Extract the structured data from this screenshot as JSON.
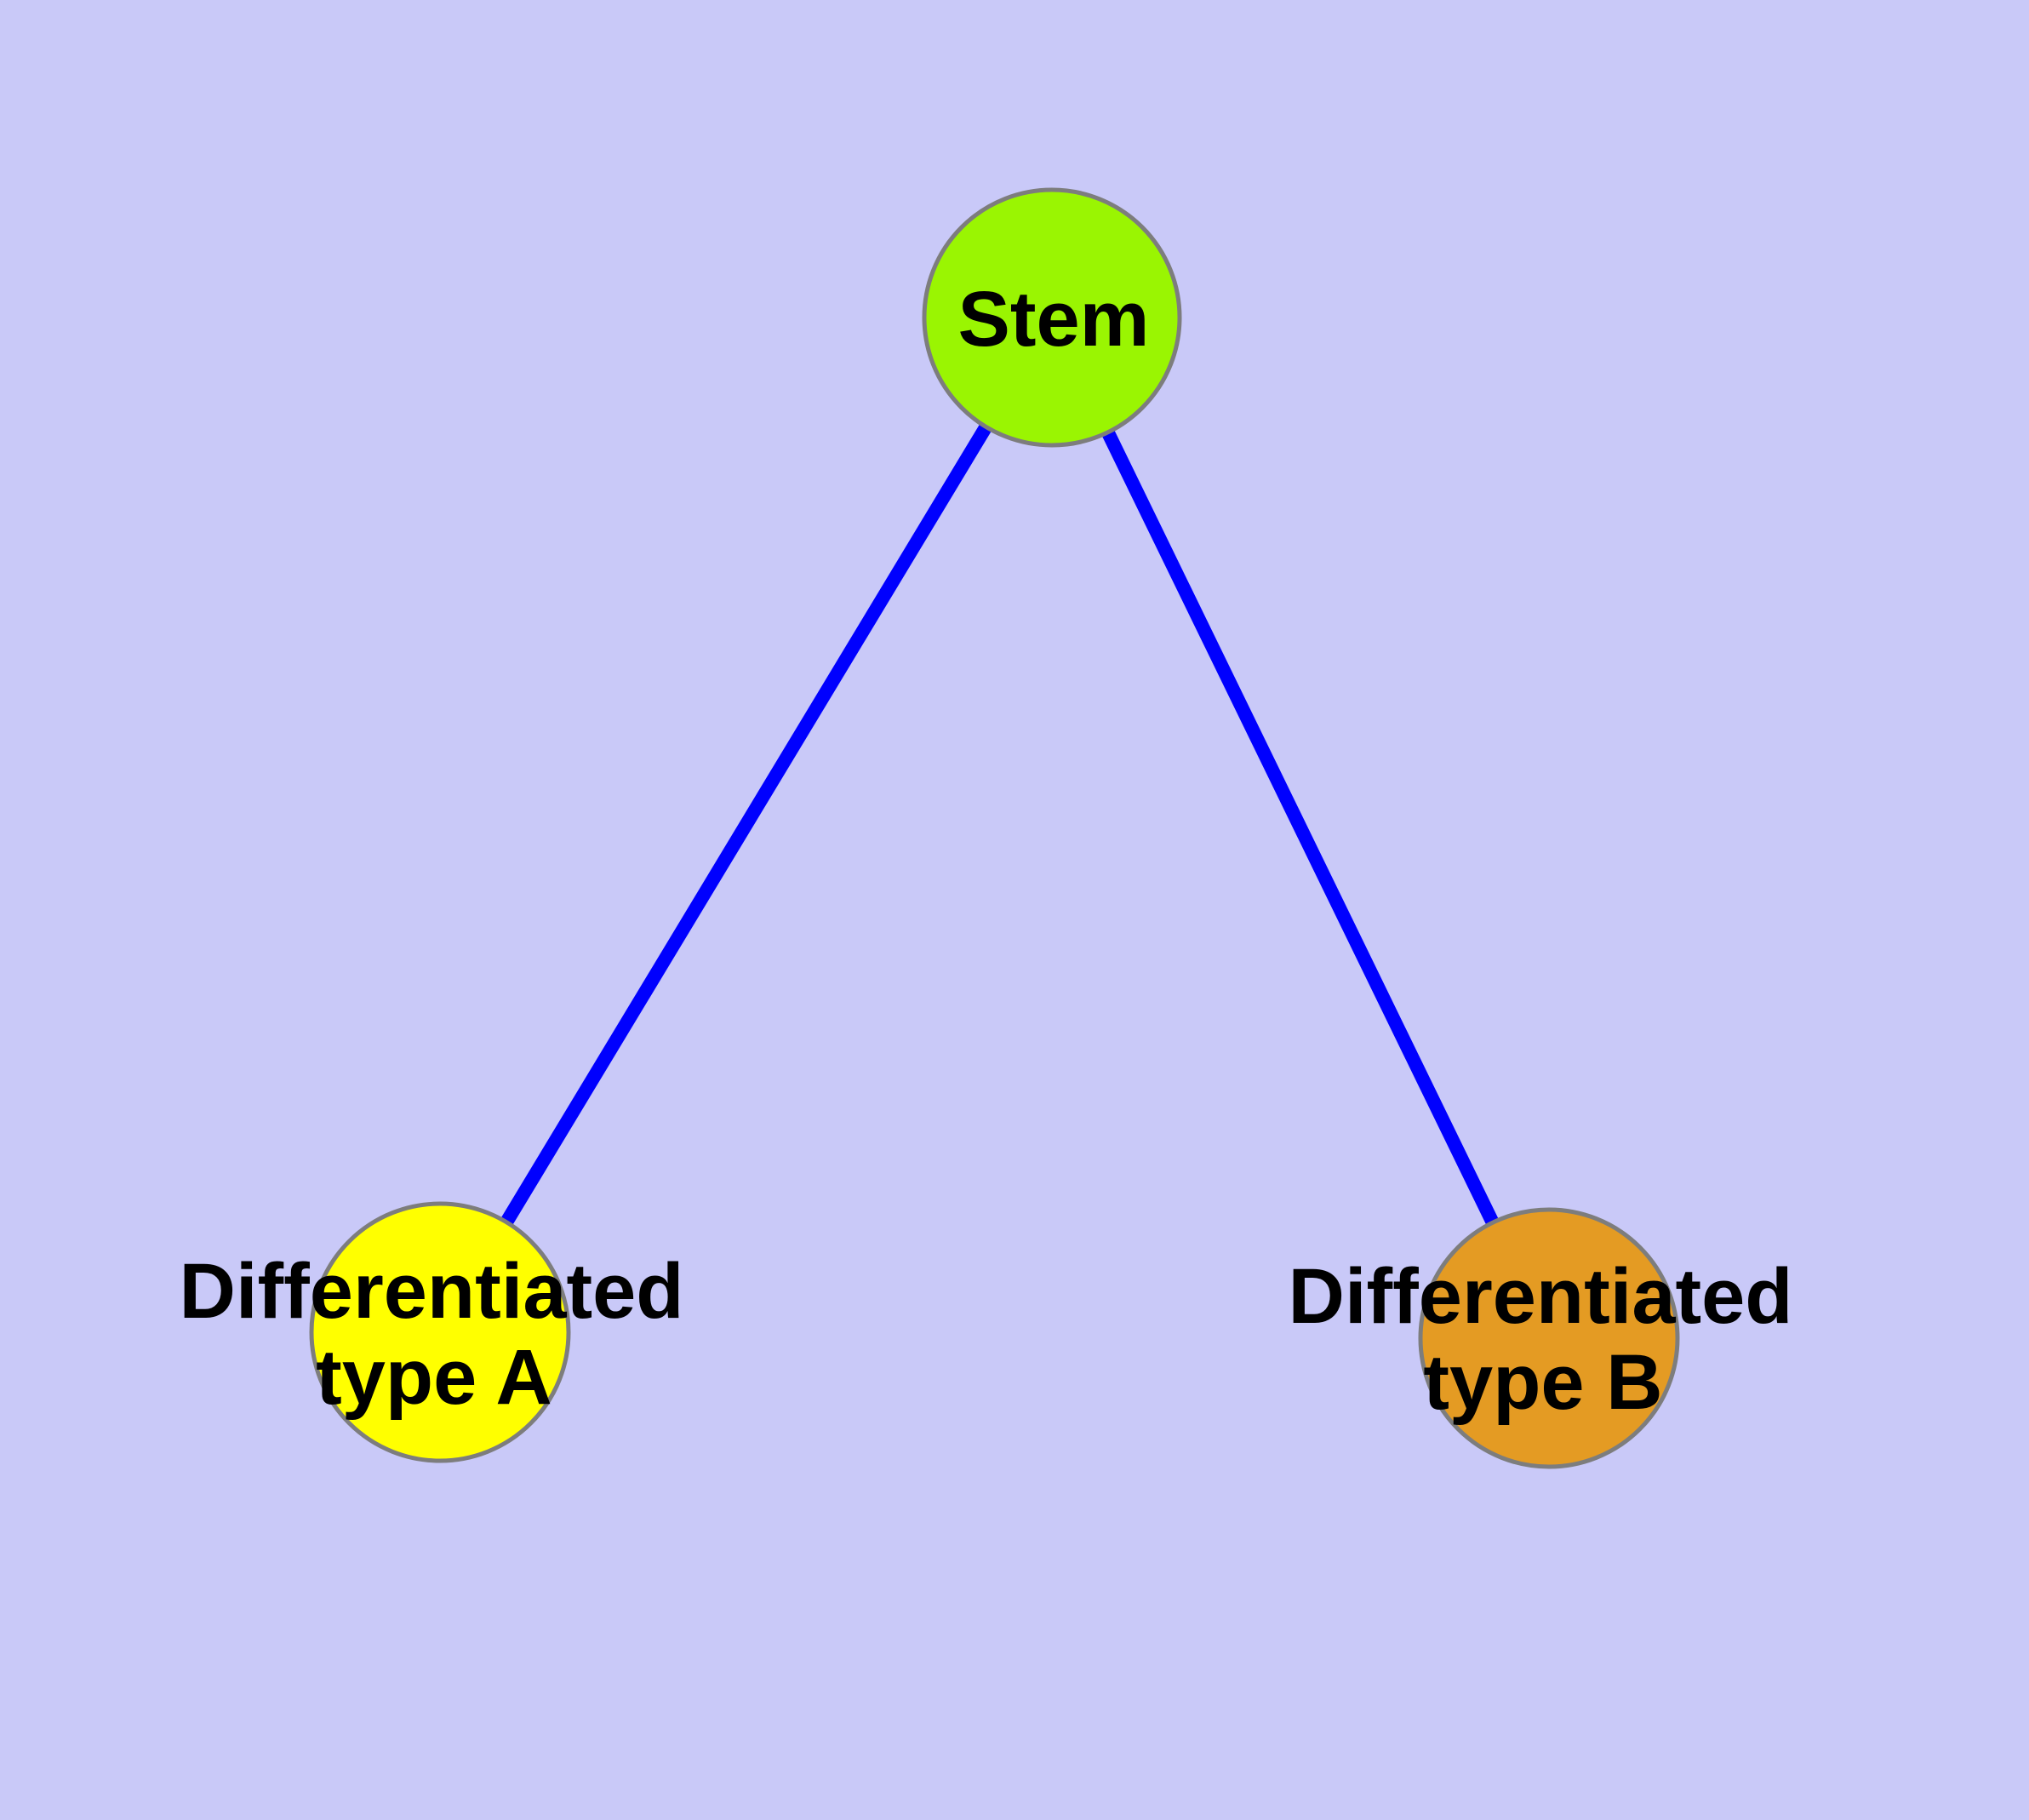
{
  "diagram": {
    "colors": {
      "background": "#c9c9f8",
      "edge": "#0000fe",
      "node_border": "#7d7d7d",
      "label_text": "#000000"
    },
    "nodes": {
      "stem": {
        "label": "Stem",
        "fill": "#9af502"
      },
      "type_a": {
        "label_line1": "Differentiated",
        "label_line2": "type A",
        "fill": "#ffff00"
      },
      "type_b": {
        "label_line1": "Differentiated",
        "label_line2": "type B",
        "fill": "#e49b23"
      }
    },
    "edges": [
      {
        "from": "Stem",
        "to": "Differentiated type A"
      },
      {
        "from": "Stem",
        "to": "Differentiated type B"
      }
    ]
  }
}
